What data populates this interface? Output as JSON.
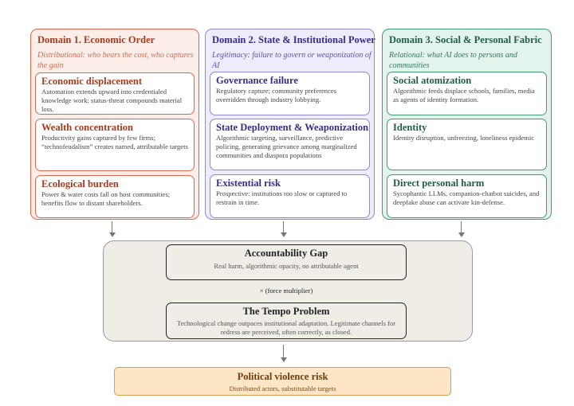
{
  "domains": [
    {
      "title": "Domain 1. Economic Order",
      "subtitle": "Distributional: who bears the cost, who captures the gain",
      "cards": [
        {
          "title": "Economic displacement",
          "desc": "Automation extends upward into credentialed knowledge work; status-threat compounds material loss."
        },
        {
          "title": "Wealth concentration",
          "desc": "Productivity gains captured by few firms; “technofeudalism” creates named, attributable targets"
        },
        {
          "title": "Ecological burden",
          "desc": "Power & water costs fall on host communities; benefits flow to distant shareholders."
        }
      ]
    },
    {
      "title": "Domain 2. State & Institutional Power",
      "subtitle": "Legitimacy: failure to govern or weaponization of AI",
      "cards": [
        {
          "title": "Governance failure",
          "desc": "Regulatory capture; community preferences overridden through industry lobbying."
        },
        {
          "title": "State Deployment & Weaponization",
          "desc": "Algorithmic targeting, surveillance, predictive policing, generating grievance among marginalized communities and diaspora populations"
        },
        {
          "title": "Existential risk",
          "desc": "Prospective: institutions too slow or captured to restrain in time."
        }
      ]
    },
    {
      "title": "Domain 3. Social & Personal Fabric",
      "subtitle": "Relational: what AI does to persons and communities",
      "cards": [
        {
          "title": "Social atomization",
          "desc": "Algorithmic feeds displace schools, families, media as agents of identity formation."
        },
        {
          "title": "Identity",
          "desc": "Identity disruption, unfreezing, loneliness epidemic"
        },
        {
          "title": "Direct personal harm",
          "desc": "Sycophantic LLMs, companion-chatbot suicides, and deepfake abuse can activate kin-defense."
        }
      ]
    }
  ],
  "accountability": {
    "title": "Accountability Gap",
    "desc": "Real harm, algorithmic opacity, no attributable agent"
  },
  "multiplier": "× (force multiplier)",
  "tempo": {
    "title": "The Tempo Problem",
    "desc": "Technological change outpaces institutional adaptation. Legitimate channels for redress are perceived, often correctly, as closed."
  },
  "outcome": {
    "title": "Political violence risk",
    "desc": "Distributed actors, substitutable targets"
  }
}
